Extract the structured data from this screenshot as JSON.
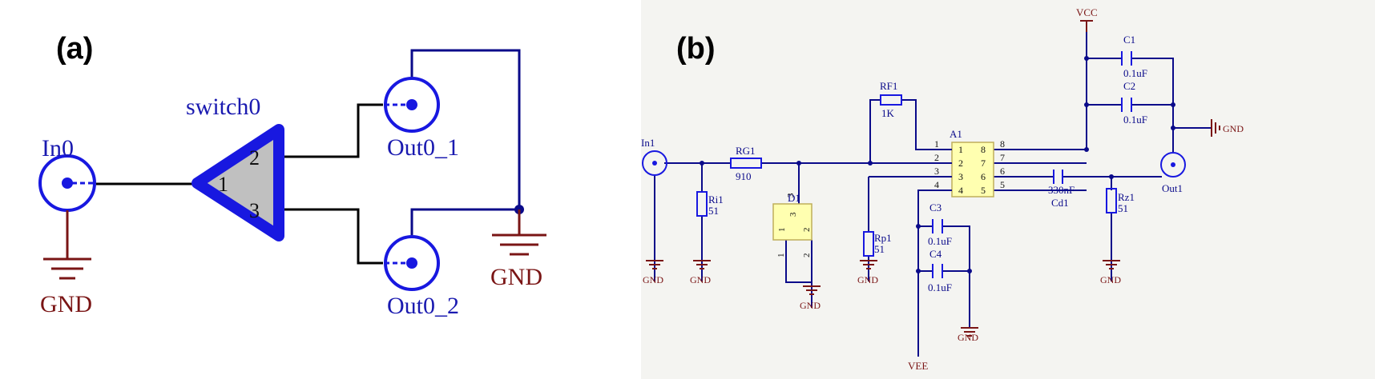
{
  "colors": {
    "wire": "#0a0a8a",
    "gnd": "#7a1515",
    "component": "#1818e0",
    "switch_fill": "#c0c0c0",
    "ic_fill": "#ffffb0",
    "pin_text": "#111111",
    "text_blue": "#1a1ab0",
    "text_red": "#7a1515"
  },
  "panel_a": {
    "label": "(a)",
    "input_name": "In0",
    "switch_name": "switch0",
    "switch_pins": [
      "1",
      "2",
      "3"
    ],
    "outputs": [
      "Out0_1",
      "Out0_2"
    ],
    "gnd_labels": [
      "GND",
      "GND"
    ]
  },
  "panel_b": {
    "label": "(b)",
    "power": {
      "vcc": "VCC",
      "vee": "VEE"
    },
    "ic": {
      "name": "A1",
      "left_pins": [
        "1",
        "2",
        "3",
        "4"
      ],
      "right_pins": [
        "8",
        "7",
        "6",
        "5"
      ],
      "inner_left": [
        "1",
        "2",
        "3",
        "4"
      ],
      "inner_right": [
        "8",
        "7",
        "6",
        "5"
      ]
    },
    "components": {
      "in1": "In1",
      "out1": "Out1",
      "rg1": {
        "name": "RG1",
        "value": "910"
      },
      "rf1": {
        "name": "RF1",
        "value": "1K"
      },
      "ri1": {
        "name": "Ri1",
        "value": "51"
      },
      "rp1": {
        "name": "Rp1",
        "value": "51"
      },
      "rz1": {
        "name": "Rz1",
        "value": "51"
      },
      "c1": {
        "name": "C1",
        "value": "0.1uF"
      },
      "c2": {
        "name": "C2",
        "value": "0.1uF"
      },
      "c3": {
        "name": "C3",
        "value": "0.1uF"
      },
      "c4": {
        "name": "C4",
        "value": "0.1uF"
      },
      "cd1": {
        "name": "Cd1",
        "value": "330nF"
      },
      "d1": {
        "name": "D1",
        "pins": [
          "1",
          "2",
          "3"
        ]
      }
    },
    "gnd_labels": [
      "GND",
      "GND",
      "GND",
      "GND",
      "GND",
      "GND",
      "GND"
    ]
  }
}
